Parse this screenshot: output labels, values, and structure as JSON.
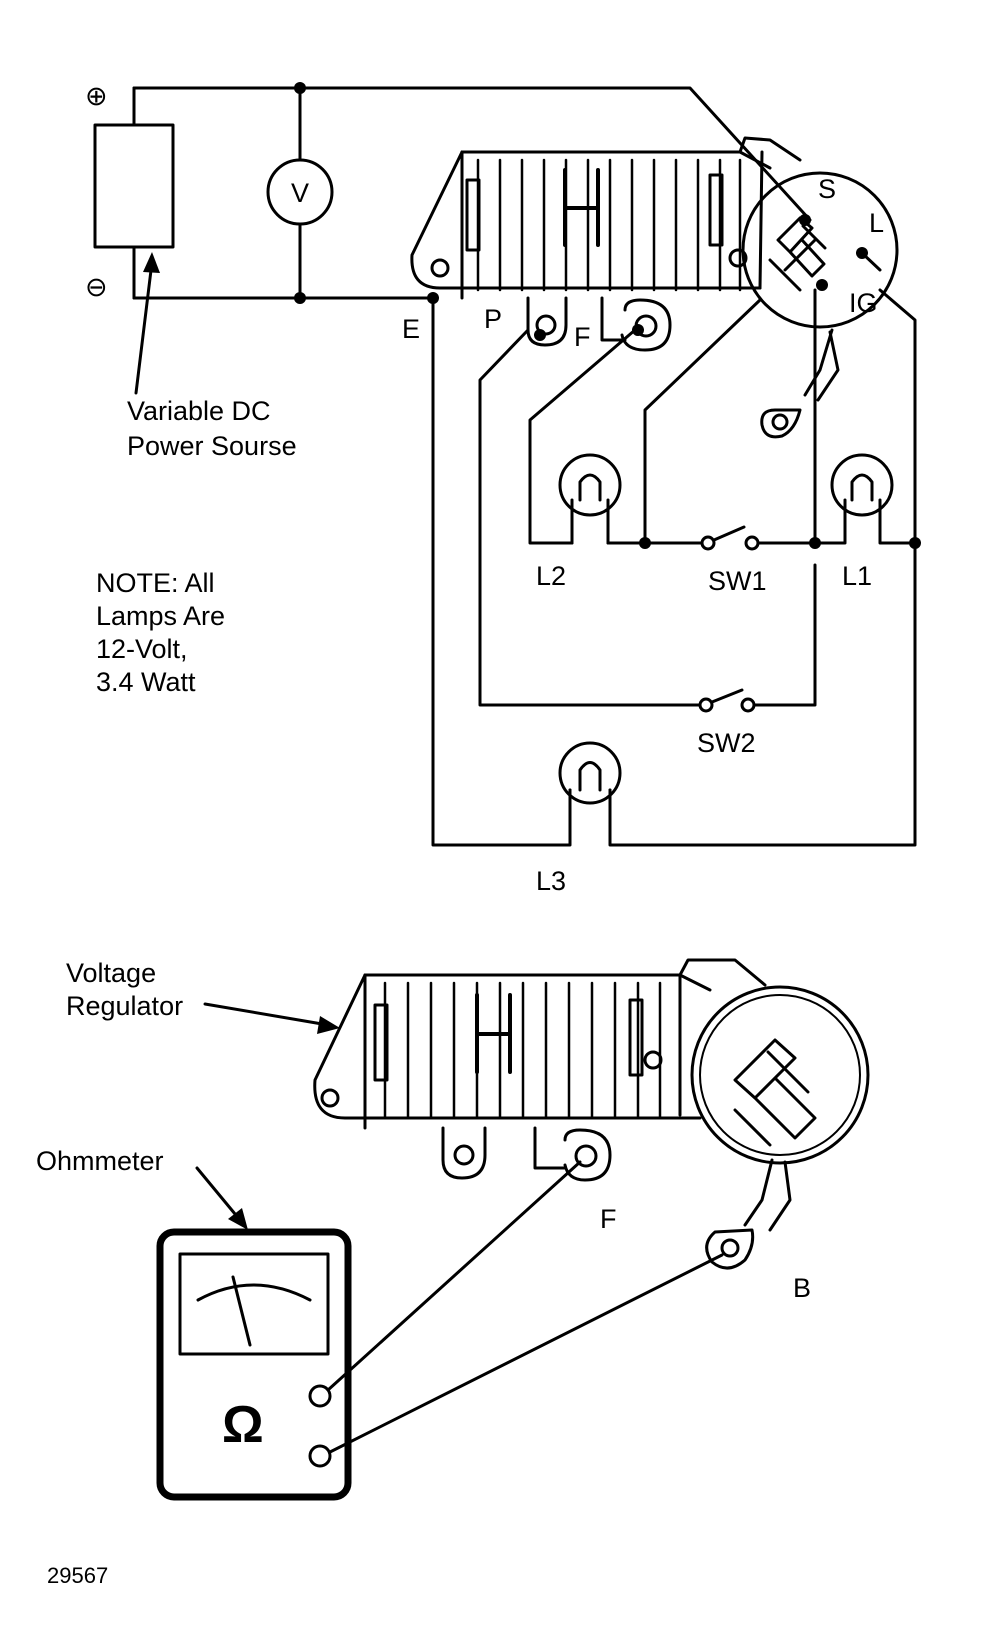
{
  "terminals": {
    "plus": "⊕",
    "minus": "⊖",
    "voltmeter": "V",
    "s": "S",
    "l": "L",
    "ig": "IG",
    "e": "E",
    "p": "P",
    "f_top": "F",
    "f_bottom": "F",
    "b": "B"
  },
  "labels": {
    "power_source_line1": "Variable DC",
    "power_source_line2": "Power Sourse",
    "regulator_line1": "Voltage",
    "regulator_line2": "Regulator",
    "ohmmeter": "Ohmmeter",
    "figure_number": "29567"
  },
  "note": {
    "line1": "NOTE: All",
    "line2": "Lamps Are",
    "line3": "12-Volt,",
    "line4": "3.4 Watt"
  },
  "components": {
    "lamp_1": "L1",
    "lamp_2": "L2",
    "lamp_3": "L3",
    "switch_1": "SW1",
    "switch_2": "SW2",
    "ohm_symbol": "Ω"
  }
}
